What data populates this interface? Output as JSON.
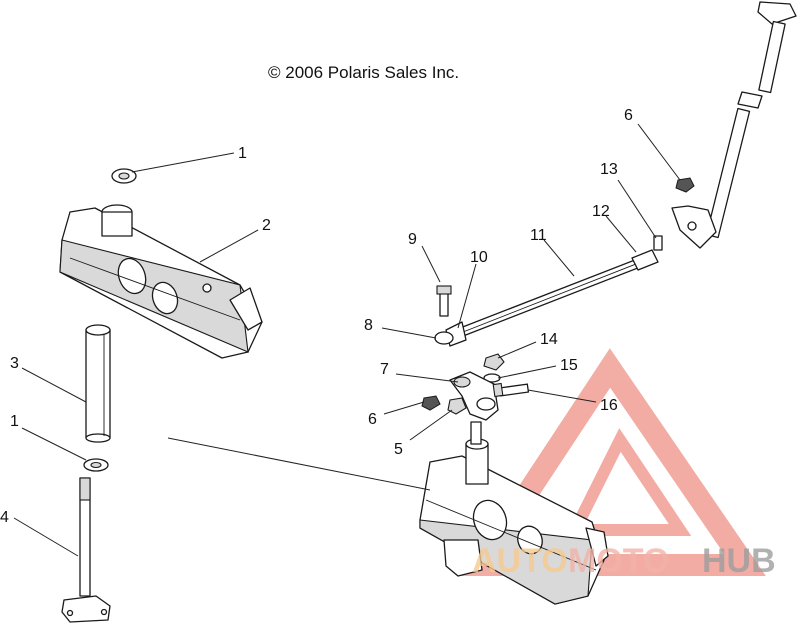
{
  "copyright": "© 2006 Polaris Sales Inc.",
  "watermark": {
    "word_a": "AUTO",
    "word_b": "MOTO",
    "word_c": "HUB",
    "color_a": "#f2b3a8",
    "color_b": "#f7c98e",
    "color_c": "#9e9e9e"
  },
  "callouts": [
    "1",
    "2",
    "3",
    "1",
    "4",
    "9",
    "10",
    "11",
    "12",
    "13",
    "6",
    "8",
    "14",
    "7",
    "15",
    "6",
    "16",
    "5"
  ]
}
